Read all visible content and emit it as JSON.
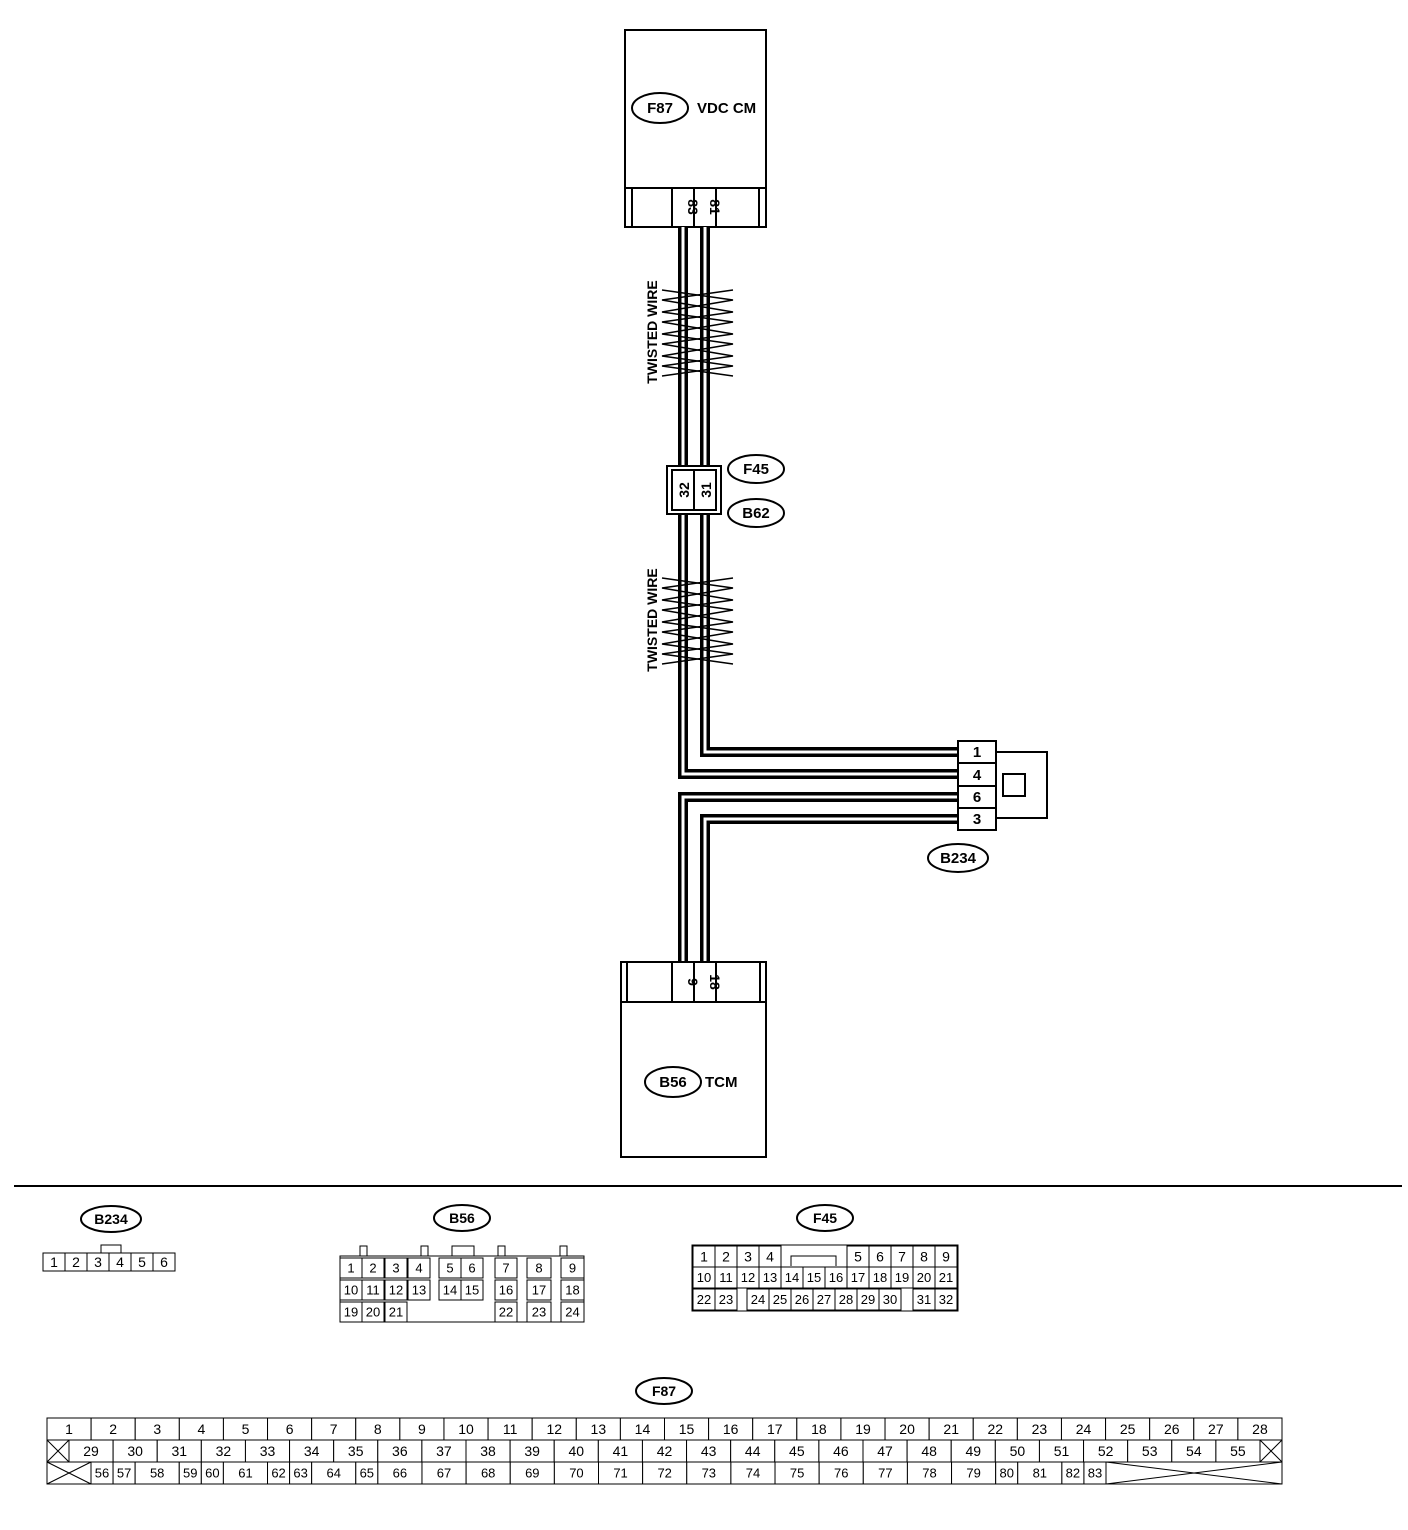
{
  "components": {
    "vdc": {
      "badge": "F87",
      "label": "VDC CM",
      "pin_a": "83",
      "pin_b": "81"
    },
    "tcm": {
      "badge": "B56",
      "label": "TCM",
      "pin_a": "9",
      "pin_b": "18"
    },
    "joint": {
      "badge_top": "F45",
      "badge_bottom": "B62",
      "pin_a": "32",
      "pin_b": "31"
    },
    "b234": {
      "badge": "B234",
      "pins": [
        "1",
        "4",
        "6",
        "3"
      ]
    }
  },
  "wire_labels": {
    "upper": "TWISTED WIRE",
    "lower": "TWISTED WIRE"
  },
  "connector_views": {
    "b234": {
      "badge": "B234",
      "pins": [
        "1",
        "2",
        "3",
        "4",
        "5",
        "6"
      ]
    },
    "b56": {
      "badge": "B56",
      "rows": [
        [
          "1",
          "2",
          "3",
          "4",
          "5",
          "6",
          "7",
          "8",
          "9"
        ],
        [
          "10",
          "11",
          "12",
          "13",
          "14",
          "15",
          "16",
          "17",
          "18"
        ],
        [
          "19",
          "20",
          "21",
          "22",
          "23",
          "24"
        ]
      ]
    },
    "f45": {
      "badge": "F45",
      "rows": [
        [
          "1",
          "2",
          "3",
          "4",
          "5",
          "6",
          "7",
          "8",
          "9"
        ],
        [
          "10",
          "11",
          "12",
          "13",
          "14",
          "15",
          "16",
          "17",
          "18",
          "19",
          "20",
          "21"
        ],
        [
          "22",
          "23",
          "24",
          "25",
          "26",
          "27",
          "28",
          "29",
          "30",
          "31",
          "32"
        ]
      ]
    },
    "f87": {
      "badge": "F87",
      "rows": [
        [
          "1",
          "2",
          "3",
          "4",
          "5",
          "6",
          "7",
          "8",
          "9",
          "10",
          "11",
          "12",
          "13",
          "14",
          "15",
          "16",
          "17",
          "18",
          "19",
          "20",
          "21",
          "22",
          "23",
          "24",
          "25",
          "26",
          "27",
          "28"
        ],
        [
          "29",
          "30",
          "31",
          "32",
          "33",
          "34",
          "35",
          "36",
          "37",
          "38",
          "39",
          "40",
          "41",
          "42",
          "43",
          "44",
          "45",
          "46",
          "47",
          "48",
          "49",
          "50",
          "51",
          "52",
          "53",
          "54",
          "55"
        ],
        [
          "56",
          "57",
          "58",
          "59",
          "60",
          "61",
          "62",
          "63",
          "64",
          "65",
          "66",
          "67",
          "68",
          "69",
          "70",
          "71",
          "72",
          "73",
          "74",
          "75",
          "76",
          "77",
          "78",
          "79",
          "80",
          "81",
          "82",
          "83"
        ]
      ]
    }
  }
}
